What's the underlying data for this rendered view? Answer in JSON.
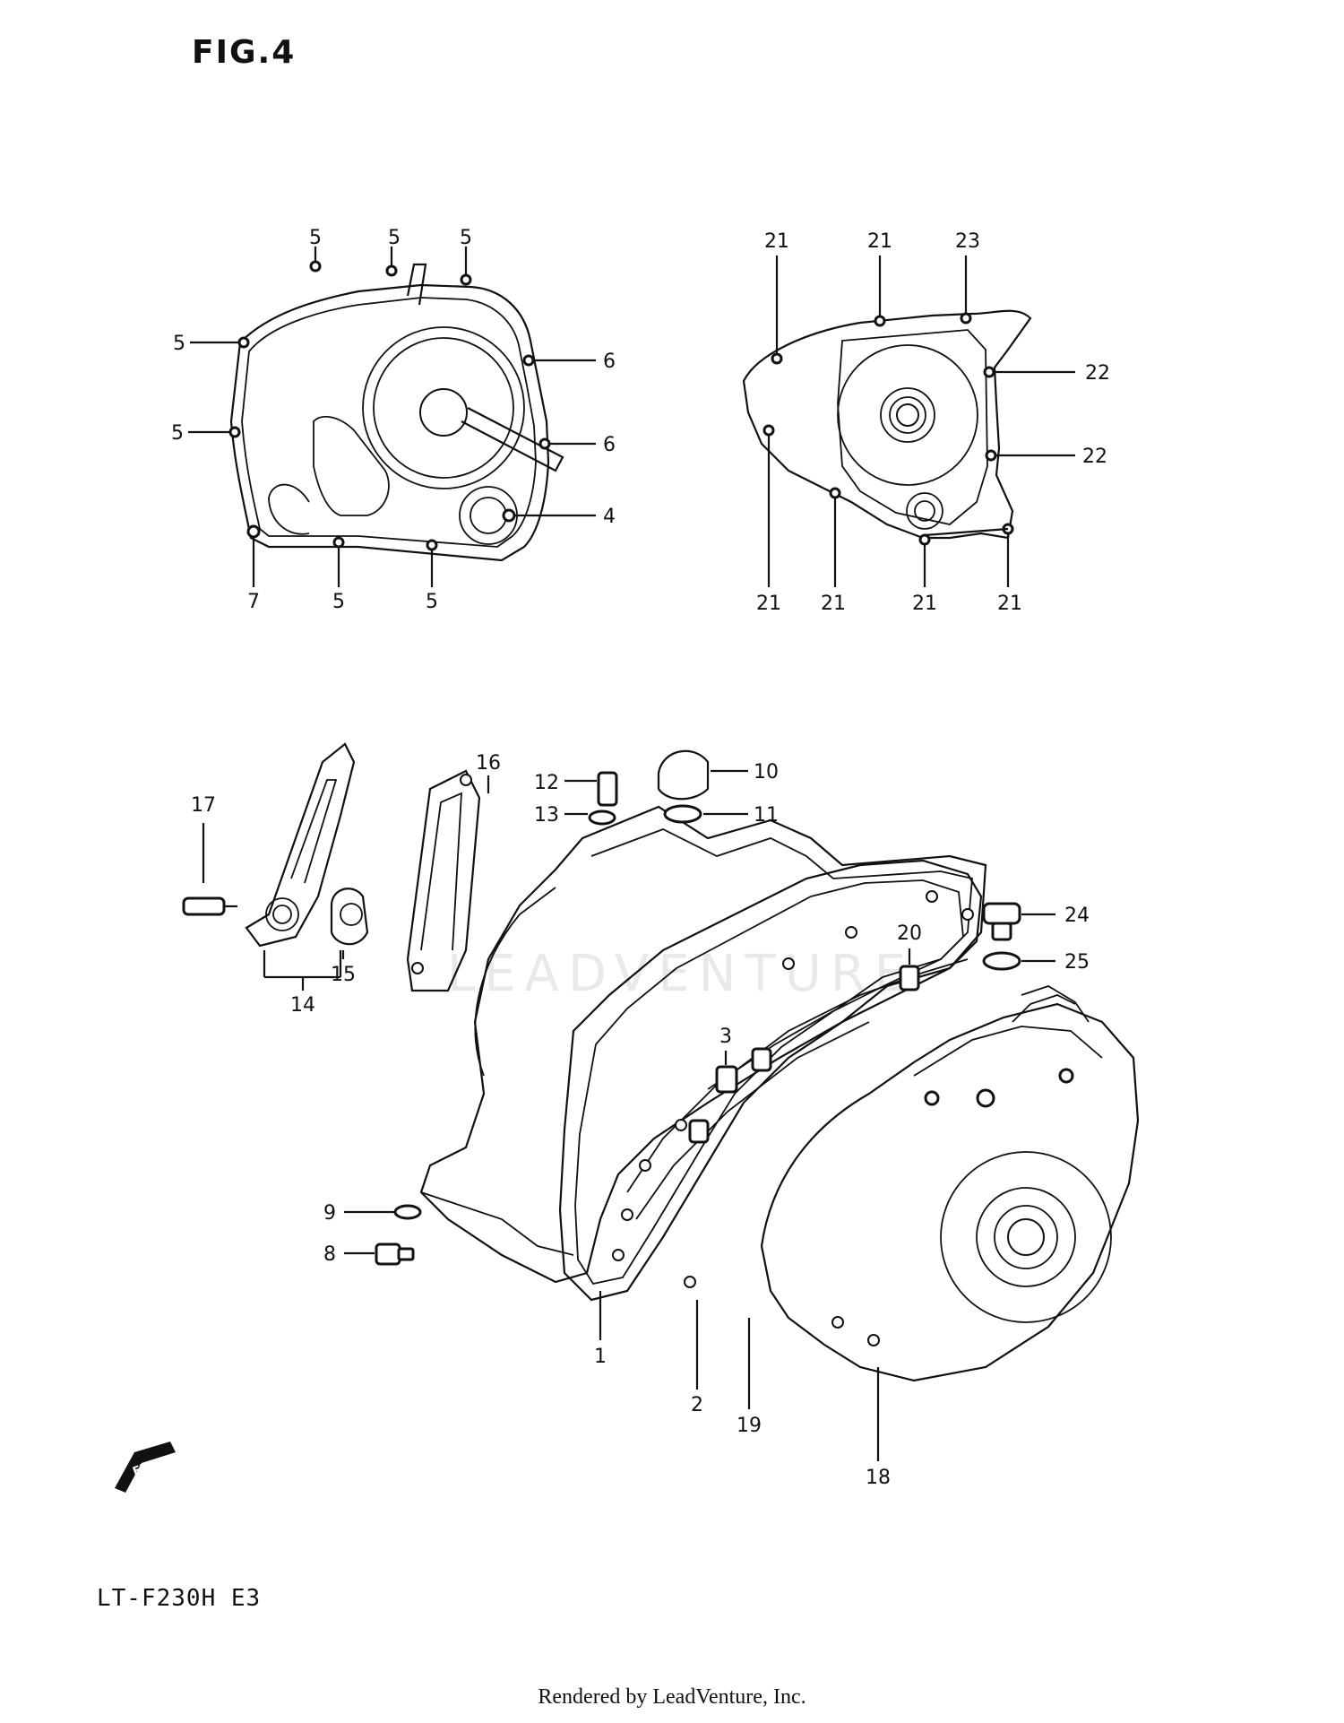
{
  "figure": {
    "title": "FIG.4",
    "model": "LT-F230H  E3",
    "footer": "Rendered by LeadVenture, Inc.",
    "watermark": "LEADVENTURE"
  },
  "callouts": {
    "clutch_cover": [
      "5",
      "5",
      "5",
      "5",
      "5",
      "6",
      "6",
      "4",
      "7",
      "5",
      "5"
    ],
    "magneto_cover": [
      "21",
      "21",
      "23",
      "22",
      "22",
      "21",
      "21",
      "21",
      "21"
    ],
    "crankcase": [
      "17",
      "16",
      "12",
      "13",
      "10",
      "11",
      "24",
      "25",
      "20",
      "3",
      "15",
      "14",
      "9",
      "8",
      "1",
      "2",
      "19",
      "18"
    ]
  },
  "icons": {
    "front_arrow": "fwd-arrow-icon"
  }
}
